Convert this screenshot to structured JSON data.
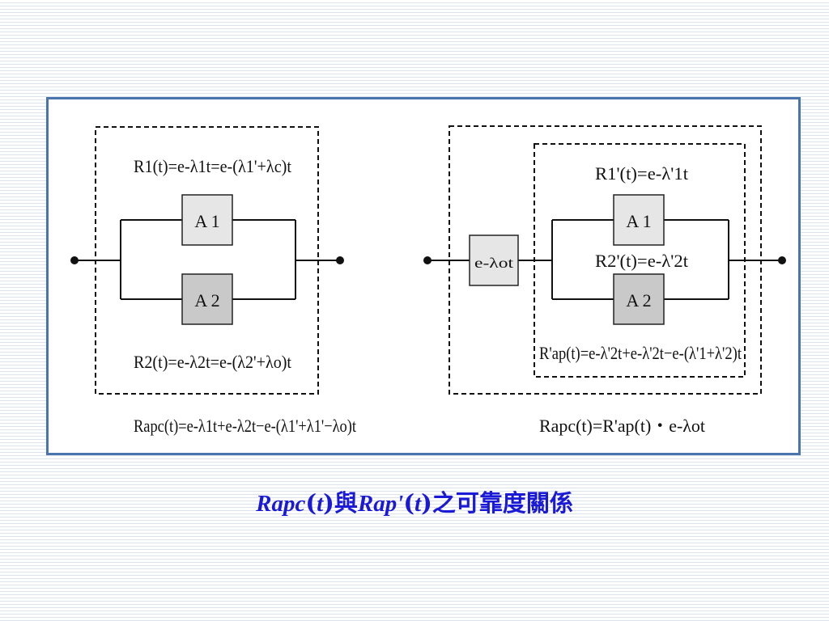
{
  "left_system": {
    "r1_formula": "R1(t)=e-λ1t=e-(λ1'+λc)t",
    "r2_formula": "R2(t)=e-λ2t=e-(λ2'+λo)t",
    "block_a1": "A 1",
    "block_a2": "A 2",
    "rapc_formula": "Rapc(t)=e-λ1t+e-λ2t−e-(λ1'+λ1'−λo)t"
  },
  "right_system": {
    "series_block": "e-λot",
    "r1p_formula": "R1'(t)=e-λ'1t",
    "r2p_formula": "R2'(t)=e-λ'2t",
    "block_a1": "A 1",
    "block_a2": "A 2",
    "rap_formula": "R'ap(t)=e-λ'2t+e-λ'2t−e-(λ'1+λ'2)t",
    "rapc_formula": "Rapc(t)=R'ap(t)・e-λot"
  },
  "caption": {
    "part1": "Rapc",
    "part2": "(",
    "part3": "t",
    "part4": ")與",
    "part5": "Rap'",
    "part6": "(",
    "part7": "t",
    "part8": ")之可靠度關係"
  }
}
